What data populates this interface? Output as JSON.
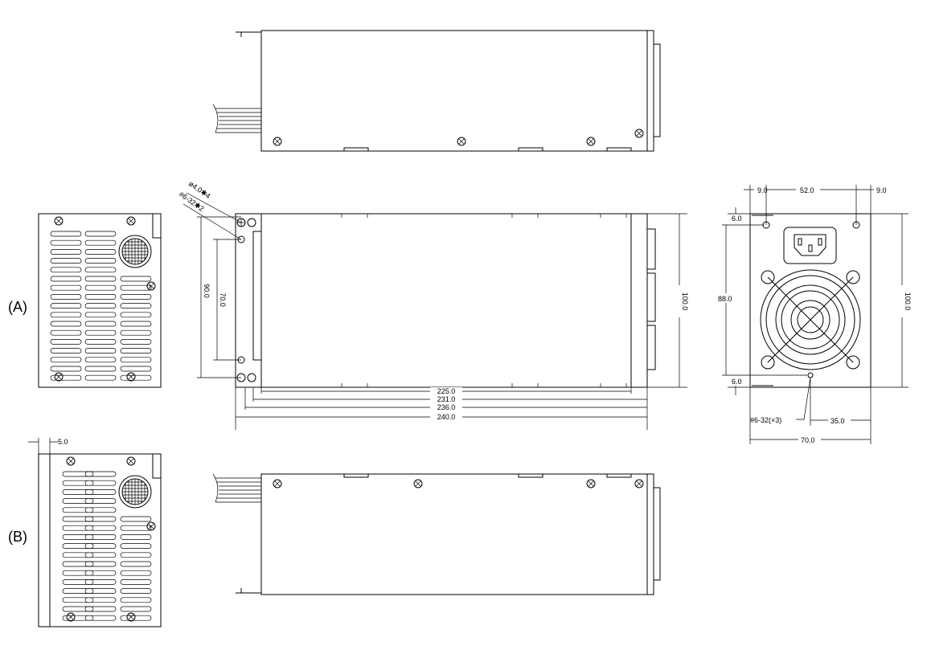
{
  "views": {
    "label_a": "(A)",
    "label_b": "(B)"
  },
  "annotations": {
    "hole_dia": "ø4.0✱4",
    "screw_spec_side": "#6-32✱2",
    "screw_spec_rear": "#6-32(×3)"
  },
  "dimensions_side": {
    "h90": "90.0",
    "h70": "70.0",
    "h100": "100.0",
    "l225": "225.0",
    "l231": "231.0",
    "l236": "236.0",
    "l240": "240.0"
  },
  "dimensions_rear": {
    "w9_left": "9.0",
    "w52": "52.0",
    "w9_right": "9.0",
    "h6_top": "6.0",
    "h88": "88.0",
    "h6_bottom": "6.0",
    "h100": "100.0",
    "w35": "35.0",
    "w70": "70.0"
  },
  "dimensions_front_b": {
    "offset": "5.0"
  }
}
